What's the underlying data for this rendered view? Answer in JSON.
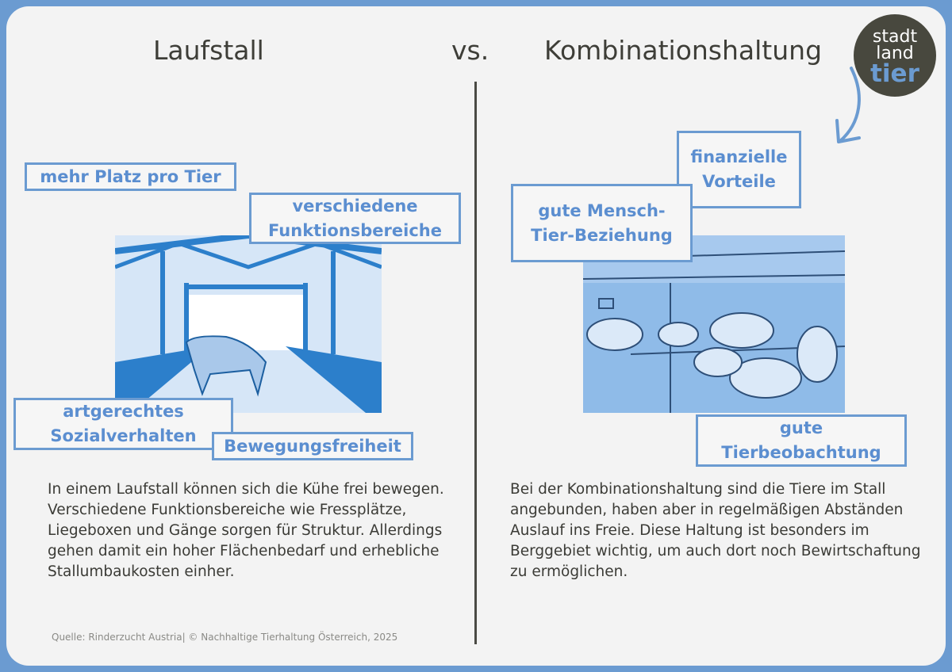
{
  "header": {
    "left_title": "Laufstall",
    "vs": "vs.",
    "right_title": "Kombinationshaltung"
  },
  "logo": {
    "line1": "stadt",
    "line2": "land",
    "line3": "tier"
  },
  "left": {
    "labels": [
      "mehr Platz pro Tier",
      "verschiedene Funktionsbereiche",
      "artgerechtes Sozialverhalten",
      "Bewegungsfreiheit"
    ],
    "text": "In einem Laufstall können sich die Kühe frei bewegen. Verschiedene Funktionsbereiche wie Fressplätze, Liegeboxen und Gänge sorgen für Struktur. Allerdings gehen damit ein hoher Flächenbedarf und erhebliche Stallumbaukosten einher."
  },
  "right": {
    "labels": [
      "finanzielle Vorteile",
      "gute Mensch-Tier-Beziehung",
      "gute Tierbeobachtung"
    ],
    "text": "Bei der Kombinationshaltung sind die Tiere im Stall angebunden, haben aber in regelmäßigen Abständen Auslauf ins Freie. Diese Haltung ist besonders im Berggebiet wichtig, um auch dort noch Bewirtschaftung zu ermöglichen."
  },
  "source": "Quelle: Rinderzucht Austria| © Nachhaltige Tierhaltung Österreich, 2025",
  "colors": {
    "frame": "#6b9bd1",
    "label": "#5b8ed0",
    "text": "#3b3b36",
    "logo_bg": "#48483e"
  }
}
